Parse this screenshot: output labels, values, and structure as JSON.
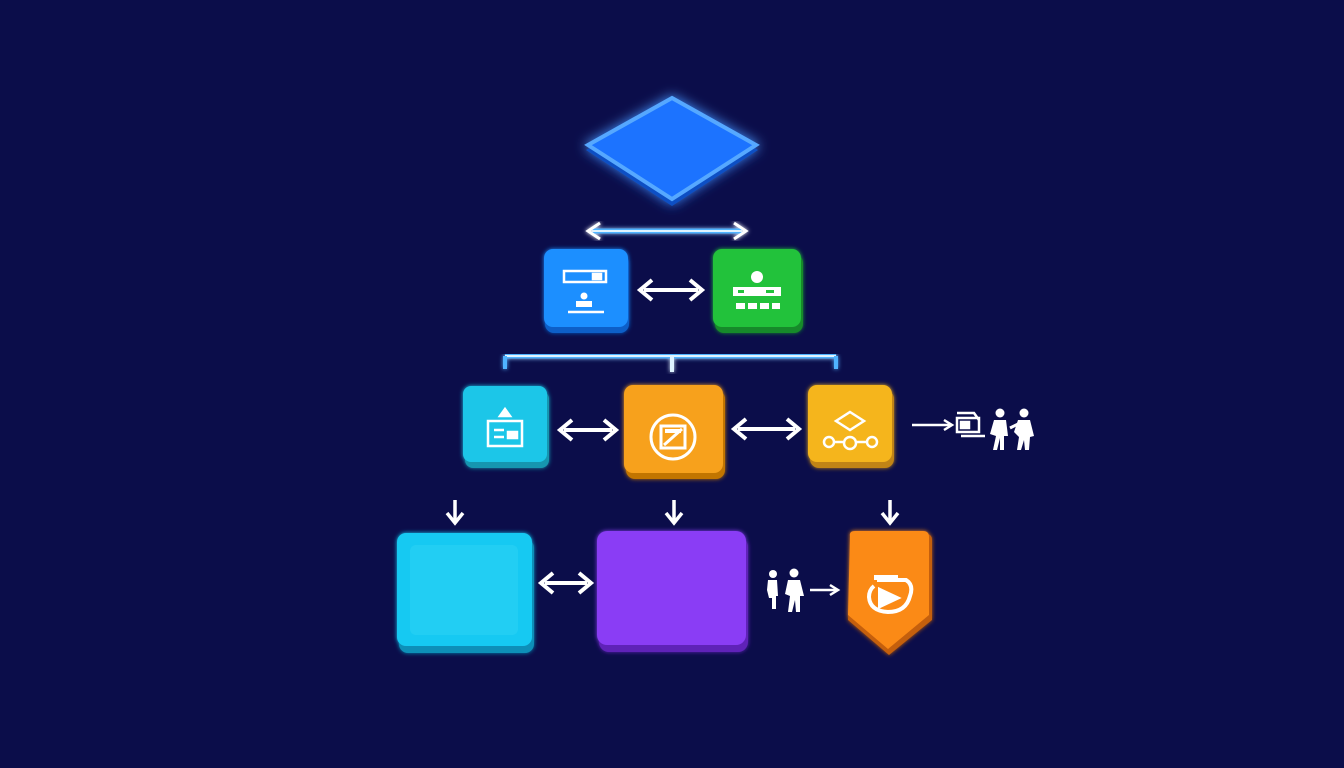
{
  "diagram": {
    "background": "#0b0d4a",
    "connector_color": "#4fb3ff",
    "arrow_color": "#ffffff",
    "nodes": [
      {
        "id": "decision",
        "shape": "diamond",
        "color": "#1a73ff",
        "icon": "none"
      },
      {
        "id": "row1-left",
        "shape": "rounded-square",
        "color": "#1e8fff",
        "icon": "panel-person-icon"
      },
      {
        "id": "row1-right",
        "shape": "rounded-square",
        "color": "#22c23a",
        "icon": "person-card-icon"
      },
      {
        "id": "row2-left",
        "shape": "rounded-square",
        "color": "#1ec6e8",
        "icon": "document-icon"
      },
      {
        "id": "row2-center",
        "shape": "rounded-square",
        "color": "#f7a11a",
        "icon": "framed-square-icon"
      },
      {
        "id": "row2-right",
        "shape": "rounded-square",
        "color": "#f5b51e",
        "icon": "diamond-flow-icon"
      },
      {
        "id": "row3-left",
        "shape": "rounded-rect",
        "color": "#15c9f2",
        "icon": "none"
      },
      {
        "id": "row3-center",
        "shape": "rounded-rect",
        "color": "#8a3cf5",
        "icon": "none"
      },
      {
        "id": "row3-right",
        "shape": "shield",
        "color": "#fb8a18",
        "icon": "cycle-icon"
      }
    ],
    "side_icons": [
      "machine-icon",
      "people-icon",
      "people-icon"
    ]
  }
}
